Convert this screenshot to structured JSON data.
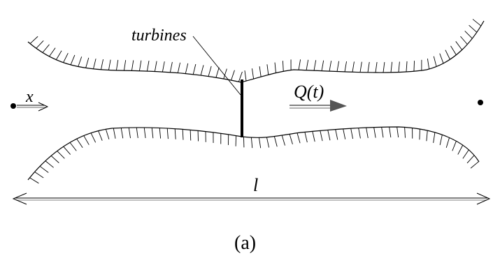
{
  "labels": {
    "turbines": "turbines",
    "x": "x",
    "flow": "Q(t)",
    "length": "l",
    "caption": "(a)"
  },
  "colors": {
    "line": "#000000",
    "arrow_shadow": "#9a9a9a",
    "flow_arrow_head": "#555555"
  }
}
